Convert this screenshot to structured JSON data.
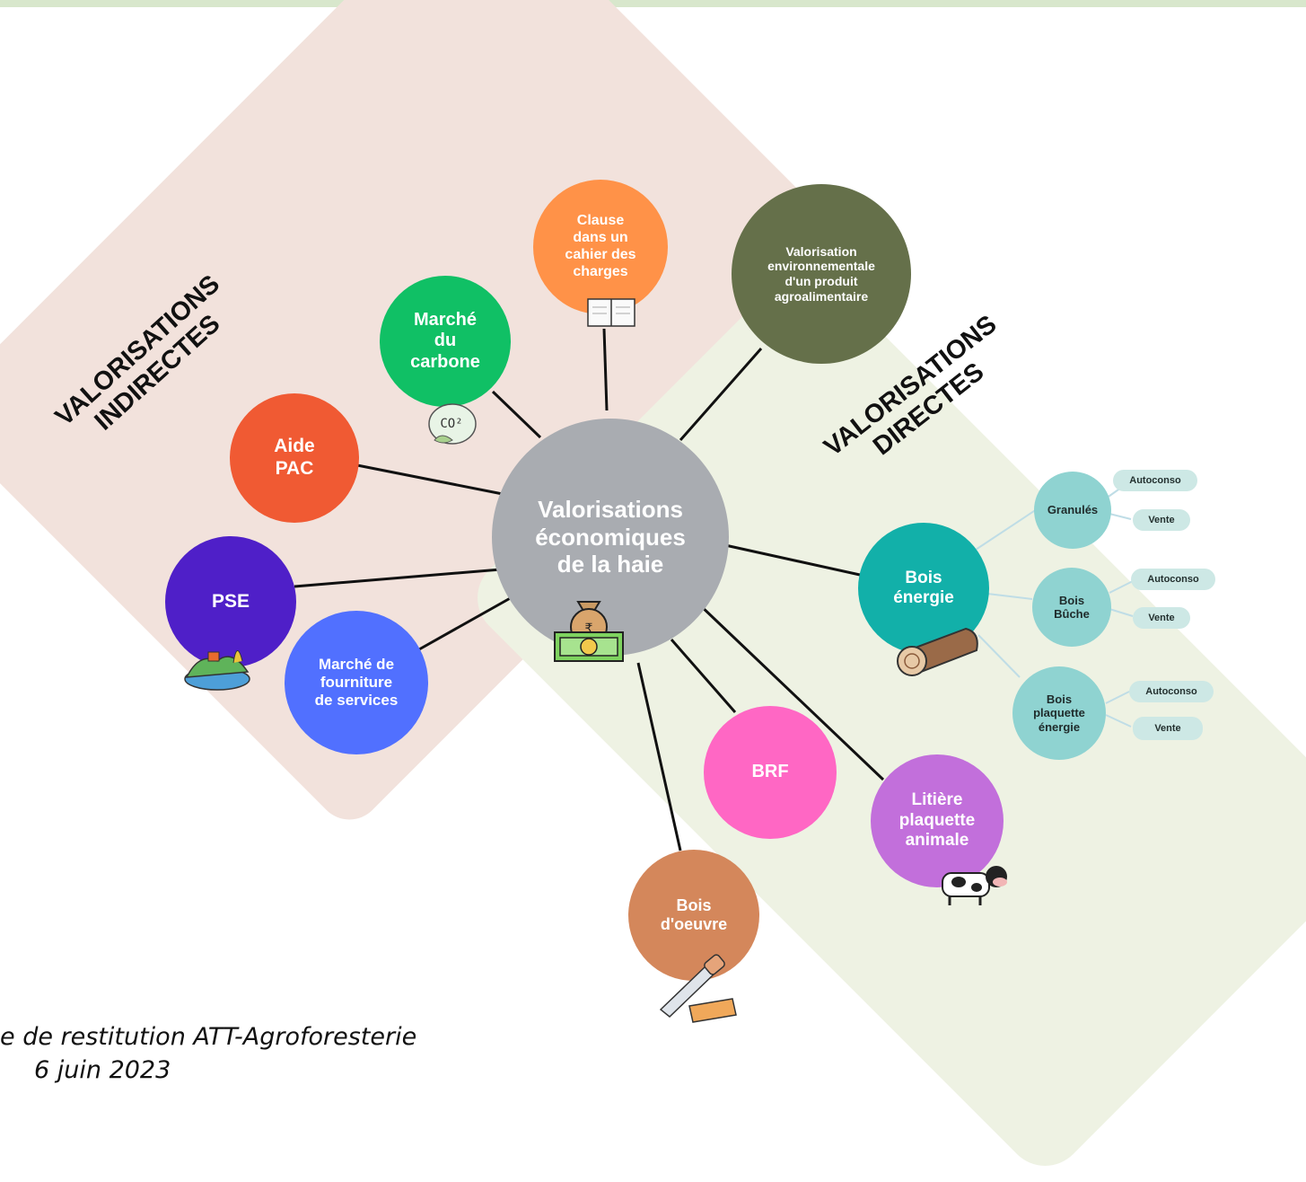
{
  "sections": {
    "indirect": "VALORISATIONS\nINDIRECTES",
    "direct": "VALORISATIONS\nDIRECTES"
  },
  "center": "Valorisations\néconomiques\nde la haie",
  "nodes": {
    "aide_pac": "Aide\nPAC",
    "pse": "PSE",
    "marche_carbone": "Marché\ndu\ncarbone",
    "clause": "Clause\ndans un\ncahier des\ncharges",
    "valorisation_env": "Valorisation\nenvironnementale\nd'un produit\nagroalimentaire",
    "marche_services": "Marché de\nfourniture\nde services",
    "bois_energie": "Bois\nénergie",
    "brf": "BRF",
    "bois_oeuvre": "Bois\nd'oeuvre",
    "litiere": "Litière\nplaquette\nanimale"
  },
  "sub_nodes": {
    "granules": "Granulés",
    "bois_buche": "Bois\nBûche",
    "bois_plaquette": "Bois\nplaquette\nénergie"
  },
  "pills": {
    "autoconso": "Autoconso",
    "vente": "Vente"
  },
  "icon_labels": {
    "co2": "CO²"
  },
  "footer": {
    "line1": "e de restitution ATT-Agroforesterie",
    "line2": "6 juin 2023"
  },
  "colors": {
    "indirect_panel": "#f2e2dc",
    "direct_panel": "#eef2e3",
    "center": "#a9acb1",
    "aide_pac": "#f05a33",
    "pse": "#4f1fc8",
    "marche_carbone": "#10c065",
    "clause": "#ff9248",
    "valorisation_env": "#65704a",
    "marche_services": "#5170ff",
    "bois_energie": "#12b0a9",
    "brf": "#ff67c4",
    "bois_oeuvre": "#d4875b",
    "litiere": "#c26fdb"
  }
}
